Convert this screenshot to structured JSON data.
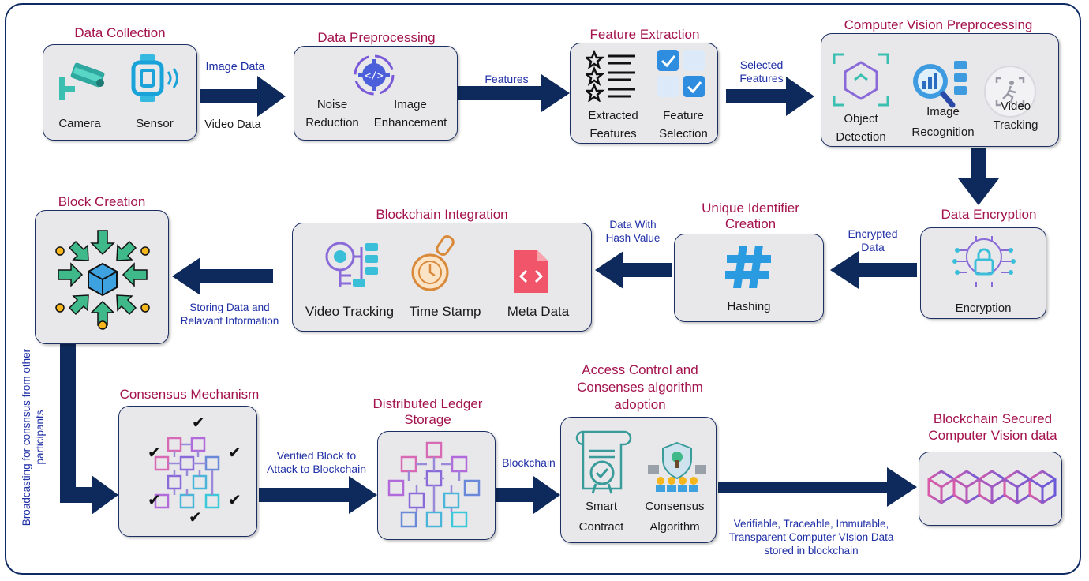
{
  "colors": {
    "title": "#a3124d",
    "edge_label": "#1f2fa6",
    "arrow": "#0e2a5c",
    "box_fill": "#e8e8ea",
    "border": "#1c2f63"
  },
  "stages": {
    "data_collection": {
      "title": "Data Collection",
      "items": [
        "Camera",
        "Sensor"
      ],
      "icons": [
        "cctv-camera-icon",
        "smartwatch-sensor-icon"
      ]
    },
    "data_preprocessing": {
      "title": "Data Preprocessing",
      "items": [
        "Noise\nReduction",
        "Image\nEnhancement"
      ],
      "icons": [
        "gear-code-icon"
      ]
    },
    "feature_extraction": {
      "title": "Feature Extraction",
      "items": [
        "Extracted\nFeatures",
        "Feature\nSelection"
      ],
      "icons": [
        "star-list-icon",
        "checkbox-grid-icon"
      ]
    },
    "cv_preprocessing": {
      "title": "Computer Vision Preprocessing",
      "items": [
        "Object\nDetection",
        "Image\nRecognition",
        "Video\nTracking"
      ],
      "icons": [
        "object-detection-icon",
        "image-recognition-icon",
        "video-tracking-icon"
      ]
    },
    "data_encryption": {
      "title": "Data Encryption",
      "items": [
        "Encryption"
      ],
      "icons": [
        "lock-circuit-icon"
      ]
    },
    "unique_identifier": {
      "title": "Unique Identifier\nCreation",
      "items": [
        "Hashing"
      ],
      "icons": [
        "hash-icon"
      ]
    },
    "blockchain_integration": {
      "title": "Blockchain Integration",
      "items": [
        "Video Tracking",
        "Time Stamp",
        "Meta Data"
      ],
      "icons": [
        "video-tracking-icon",
        "stamp-icon",
        "code-file-icon"
      ]
    },
    "block_creation": {
      "title": "Block Creation",
      "icons": [
        "cube-arrows-icon"
      ]
    },
    "consensus_mechanism": {
      "title": "Consensus Mechanism",
      "icons": [
        "block-network-checks-icon"
      ]
    },
    "distributed_ledger": {
      "title": "Distributed Ledger\nStorage",
      "icons": [
        "block-network-icon"
      ]
    },
    "access_control": {
      "title": "Access Control and\nConsenses algorithm\nadoption",
      "items": [
        "Smart\nContract",
        "Consensus\nAlgorithm"
      ],
      "icons": [
        "smart-contract-icon",
        "consensus-icon"
      ]
    },
    "secured_data": {
      "title": "Blockchain Secured\nComputer Vision data",
      "icons": [
        "block-chain-icon"
      ]
    }
  },
  "edges": {
    "image_data": "Image Data",
    "video_data": "Video Data",
    "features": "Features",
    "selected_features": "Selected\nFeatures",
    "encrypted_data": "Encrypted\nData",
    "data_with_hash": "Data With\nHash Value",
    "storing_data": "Storing Data and\nRelavant Information",
    "broadcasting": "Broadcasting for consnsus from other\nparticipants",
    "verified_block": "Verified Block to\nAttack to Blockchain",
    "blockchain": "Blockchain",
    "final_note": "Verifiable, Traceable, Immutable,\nTransparent Computer VIsion Data\nstored in blockchain"
  }
}
